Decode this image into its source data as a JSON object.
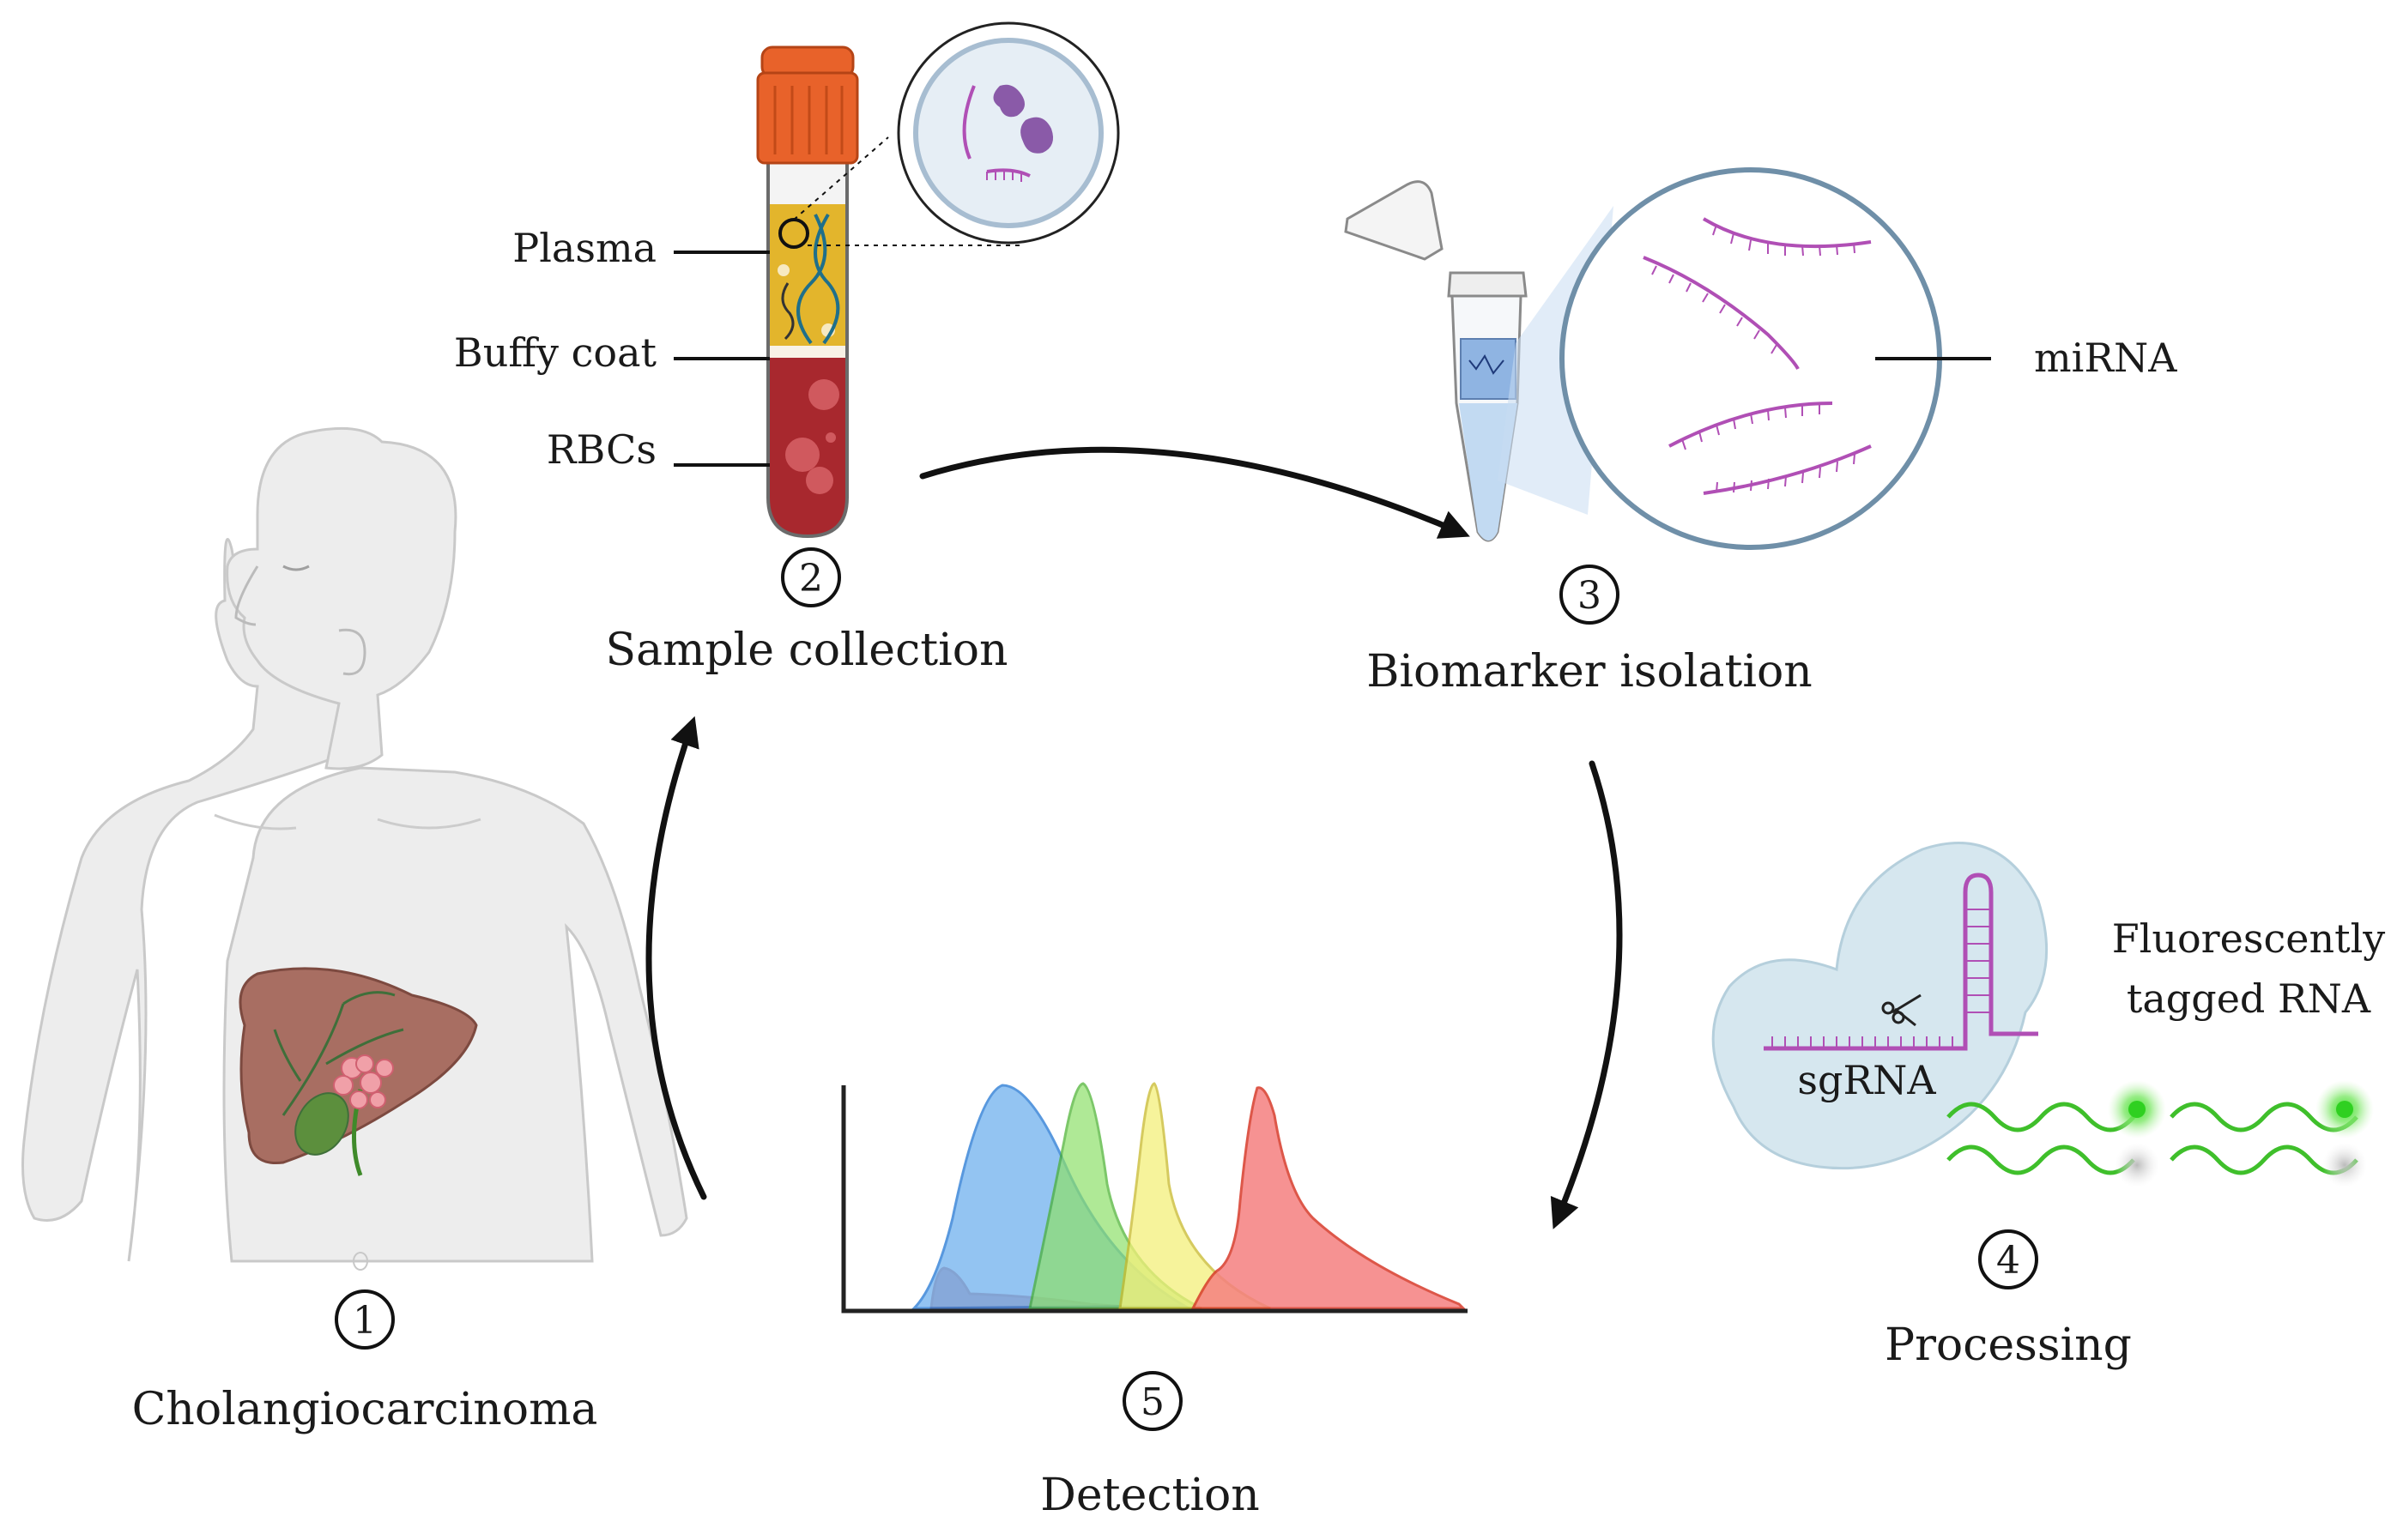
{
  "steps": [
    {
      "number": "1",
      "caption": "Cholangiocarcinoma"
    },
    {
      "number": "2",
      "caption": "Sample collection"
    },
    {
      "number": "3",
      "caption": "Biomarker isolation"
    },
    {
      "number": "4",
      "caption": "Processing"
    },
    {
      "number": "5",
      "caption": "Detection"
    }
  ],
  "tube_labels": {
    "plasma": "Plasma",
    "buffy_coat": "Buffy coat",
    "rbcs": "RBCs"
  },
  "isolation_label": "miRNA",
  "processing_labels": {
    "sgrna": "sgRNA",
    "fluor_line1": "Fluorescently",
    "fluor_line2": "tagged RNA"
  },
  "colors": {
    "arrow": "#111111",
    "tube_cap": "#e8622a",
    "plasma": "#e3b52c",
    "rbc": "#a8282e",
    "mirna": "#b04fb5",
    "body": "#ececec",
    "liver": "#a86e62",
    "fluor_green": "#3fbf2b",
    "cas_blob": "#d6e7ef",
    "peak_blue": "#79b6f0",
    "peak_green": "#8ee06a",
    "peak_yellow": "#f4f07a",
    "peak_red": "#f58080"
  }
}
